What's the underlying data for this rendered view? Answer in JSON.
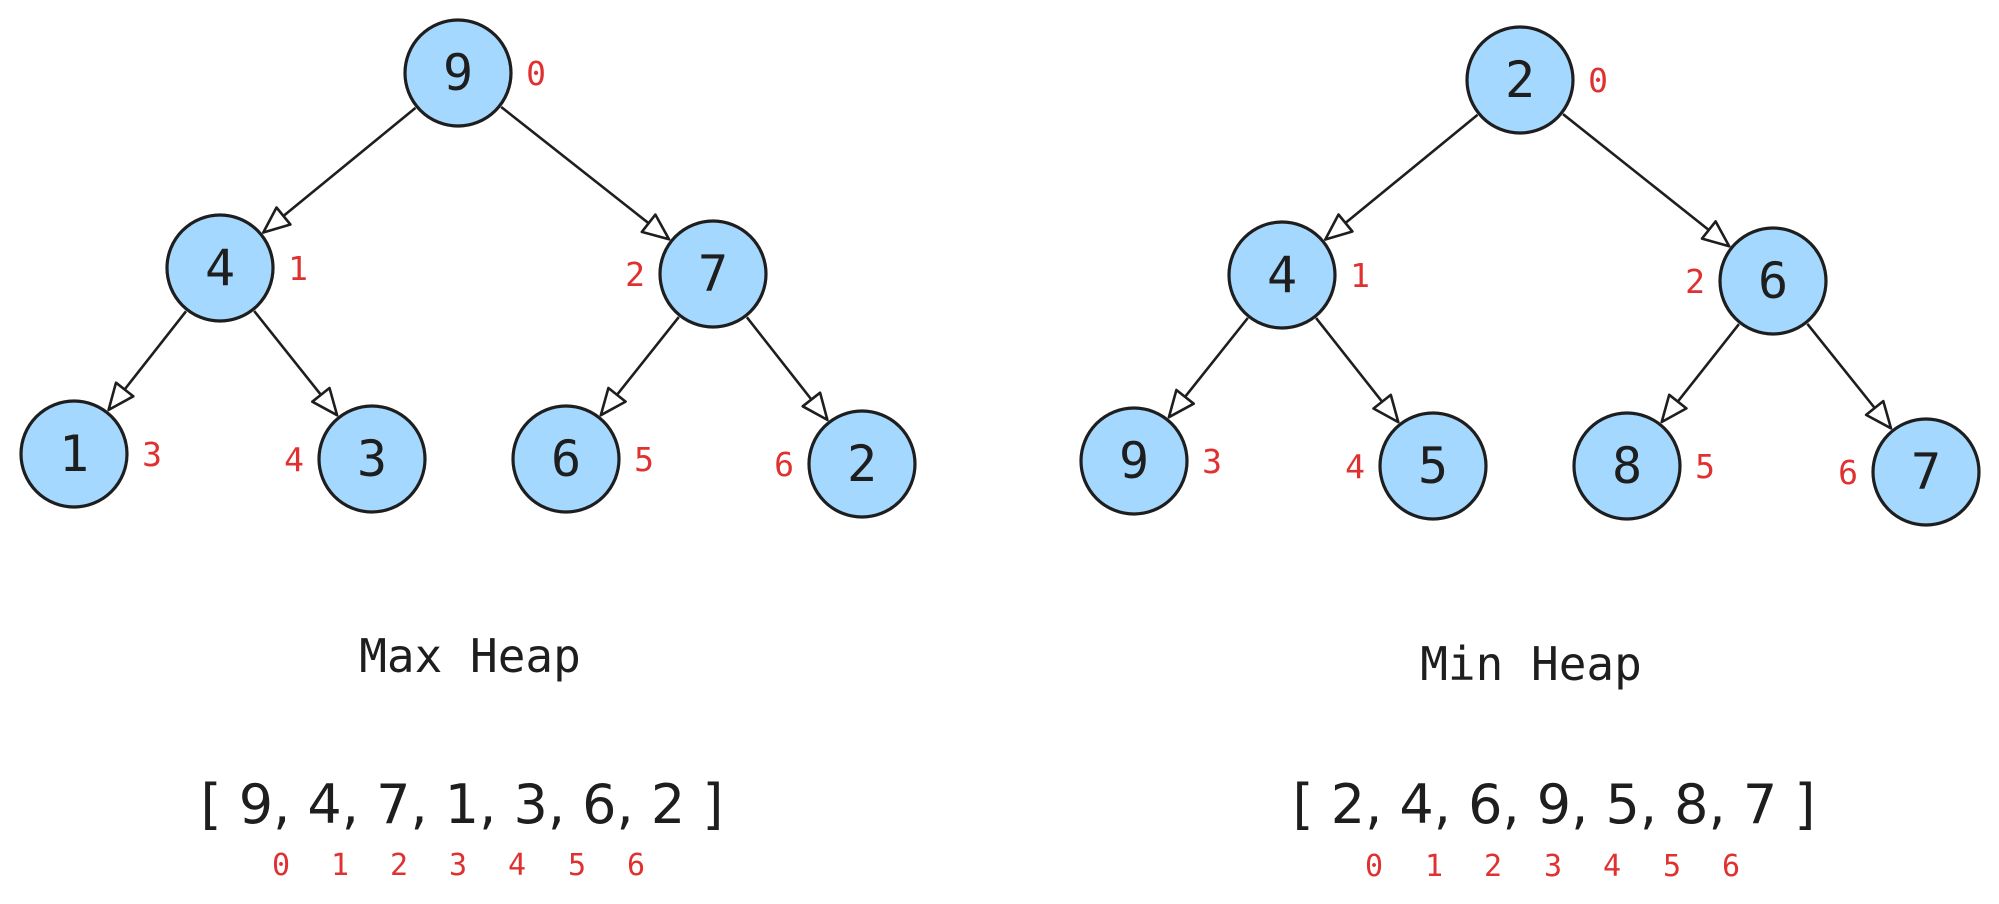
{
  "heaps": [
    {
      "title": "Max Heap",
      "array_text": "[ 9, 4, 7, 1, 3, 6, 2 ]",
      "nodes": [
        {
          "value": "9",
          "index": "0"
        },
        {
          "value": "4",
          "index": "1"
        },
        {
          "value": "7",
          "index": "2"
        },
        {
          "value": "1",
          "index": "3"
        },
        {
          "value": "3",
          "index": "4"
        },
        {
          "value": "6",
          "index": "5"
        },
        {
          "value": "2",
          "index": "6"
        }
      ],
      "array_indices": [
        "0",
        "1",
        "2",
        "3",
        "4",
        "5",
        "6"
      ]
    },
    {
      "title": "Min Heap",
      "array_text": "[ 2, 4, 6, 9, 5, 8, 7 ]",
      "nodes": [
        {
          "value": "2",
          "index": "0"
        },
        {
          "value": "4",
          "index": "1"
        },
        {
          "value": "6",
          "index": "2"
        },
        {
          "value": "9",
          "index": "3"
        },
        {
          "value": "5",
          "index": "4"
        },
        {
          "value": "8",
          "index": "5"
        },
        {
          "value": "7",
          "index": "6"
        }
      ],
      "array_indices": [
        "0",
        "1",
        "2",
        "3",
        "4",
        "5",
        "6"
      ]
    }
  ],
  "colors": {
    "node_fill": "#a5d8ff",
    "stroke": "#1e1e1e",
    "index_text": "#e03131"
  }
}
